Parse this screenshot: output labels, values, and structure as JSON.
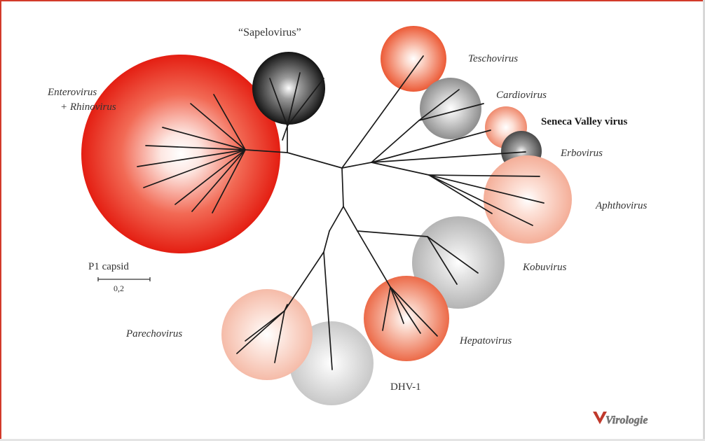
{
  "figure": {
    "clades": [
      {
        "id": "enterovirus",
        "label_line1": "Enterovirus",
        "label_line2": "+ Rhinovirus",
        "color": "#e8271a",
        "style": "italic"
      },
      {
        "id": "sapelovirus",
        "label": "“Sapelovirus”",
        "color": "#1c1c1c",
        "style": "normal"
      },
      {
        "id": "teschovirus",
        "label": "Teschovirus",
        "color": "#ee6a48",
        "style": "italic"
      },
      {
        "id": "cardiovirus",
        "label": "Cardiovirus",
        "color": "#9a9a9a",
        "style": "italic"
      },
      {
        "id": "seneca",
        "label": "Seneca Valley virus",
        "color": "#f2a690",
        "style": "bold"
      },
      {
        "id": "erbovirus",
        "label": "Erbovirus",
        "color": "#555555",
        "style": "italic"
      },
      {
        "id": "aphthovirus",
        "label": "Aphthovirus",
        "color": "#f6b8a4",
        "style": "italic"
      },
      {
        "id": "kobuvirus",
        "label": "Kobuvirus",
        "color": "#bcbcbc",
        "style": "italic"
      },
      {
        "id": "hepatovirus",
        "label": "Hepatovirus",
        "color": "#ee7656",
        "style": "italic"
      },
      {
        "id": "parechovirus",
        "label": "Parechovirus",
        "color": "#f6c0ae",
        "style": "italic"
      },
      {
        "id": "dhv1",
        "label": "DHV-1",
        "color": "#cfcfcf",
        "style": "normal"
      }
    ],
    "scale_bar": {
      "title": "P1 capsid",
      "value": "0,2"
    },
    "logo": {
      "text": "Virologie"
    }
  }
}
